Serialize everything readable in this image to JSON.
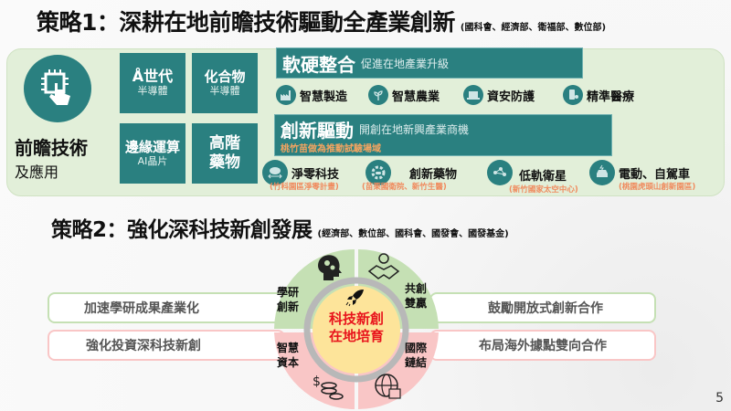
{
  "strategy1": {
    "title": "策略1：深耕在地前瞻技術驅動全產業創新",
    "agencies": "(國科會、經濟部、衛福部、數位部)",
    "lead": {
      "title": "前瞻技術",
      "subtitle": "及應用",
      "icon": "chip-touch-icon"
    },
    "tiles": [
      {
        "big": "Å世代",
        "small": "半導體"
      },
      {
        "big": "化合物",
        "small": "半導體"
      },
      {
        "big": "邊緣運算",
        "small": "AI晶片"
      },
      {
        "big": "高階",
        "big2": "藥物"
      }
    ],
    "software_hardware": {
      "head": "軟硬整合",
      "desc": "促進在地產業升級",
      "apps": [
        {
          "label": "智慧製造",
          "icon": "factory-icon"
        },
        {
          "label": "智慧農業",
          "icon": "plant-sensor-icon"
        },
        {
          "label": "資安防護",
          "icon": "laptop-shield-icon"
        },
        {
          "label": "精準醫療",
          "icon": "medical-phone-icon"
        }
      ]
    },
    "innovation": {
      "head": "創新驅動",
      "desc": "開創在地新興產業商機",
      "note": "桃竹苗做為推動試驗場域",
      "apps": [
        {
          "label": "淨零科技",
          "location": "(竹科園區淨零計畫)",
          "icon": "cloud-exchange-icon"
        },
        {
          "label": "創新藥物",
          "location": "(苗栗國衛院、新竹生醫)",
          "icon": "gear-pill-icon"
        },
        {
          "label": "低軌衛星",
          "location": "(新竹國家太空中心)",
          "icon": "satellite-network-icon"
        },
        {
          "label": "電動、自駕車",
          "location": "(桃園虎頭山創新園區)",
          "icon": "electric-car-icon"
        }
      ]
    }
  },
  "strategy2": {
    "title": "策略2：強化深科技新創發展",
    "agencies": "(經濟部、數位部、國科會、國發會、國發基金)",
    "center": {
      "line1": "科技新創",
      "line2": "在地培育",
      "icon": "rocket-icon"
    },
    "quadrants": [
      {
        "label1": "學研",
        "label2": "創新",
        "icon": "head-gears-icon"
      },
      {
        "label1": "共創",
        "label2": "雙贏",
        "icon": "handshake-bulb-icon"
      },
      {
        "label1": "智慧",
        "label2": "資本",
        "icon": "coins-dollar-icon"
      },
      {
        "label1": "國際",
        "label2": "鏈結",
        "icon": "globe-chart-icon"
      }
    ],
    "pills": {
      "top_left": "加速學研成果產業化",
      "bottom_left": "強化投資深科技新創",
      "top_right": "鼓勵開放式創新合作",
      "bottom_right": "布局海外據點雙向合作"
    }
  },
  "page_number": "5",
  "colors": {
    "teal": "#2a8080",
    "panel_green": "#e2efd9",
    "accent_orange": "#f08a5d",
    "center_red": "#e8141c",
    "center_yellow": "#fde49a",
    "quad_green": "#c5e0b4",
    "quad_red": "#f9c6c6"
  }
}
